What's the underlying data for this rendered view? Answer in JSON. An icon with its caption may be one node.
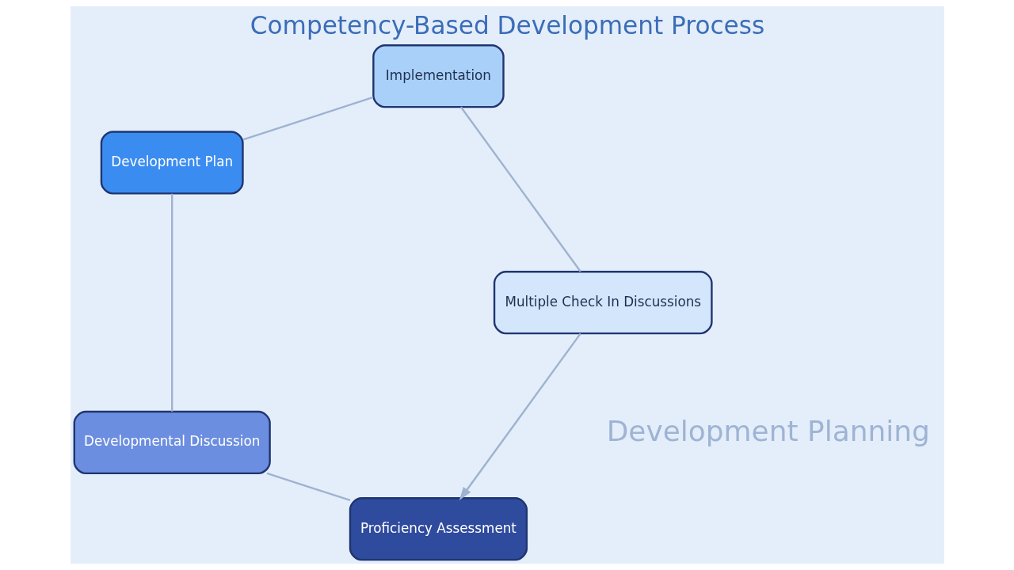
{
  "diagram": {
    "title": "Competency-Based Development Process",
    "nodes": [
      {
        "text": [
          "Proficiency Assessment"
        ]
      },
      {
        "text": [
          "Developmental Discussion"
        ]
      },
      {
        "text": [
          "Development Plan"
        ]
      },
      {
        "text": [
          "Implementation"
        ]
      },
      {
        "text": [
          "Multiple Check In Discussions"
        ]
      }
    ],
    "edges": [
      {
        "from": 0,
        "to": 1,
        "arrow": "none"
      },
      {
        "from": 1,
        "to": 2,
        "arrow": "none"
      },
      {
        "from": 2,
        "to": 3,
        "arrow": "none"
      },
      {
        "from": 3,
        "to": 4,
        "arrow": "none"
      },
      {
        "from": 4,
        "to": 0,
        "arrow": "to"
      }
    ],
    "labels": [
      "Development Planning"
    ]
  }
}
